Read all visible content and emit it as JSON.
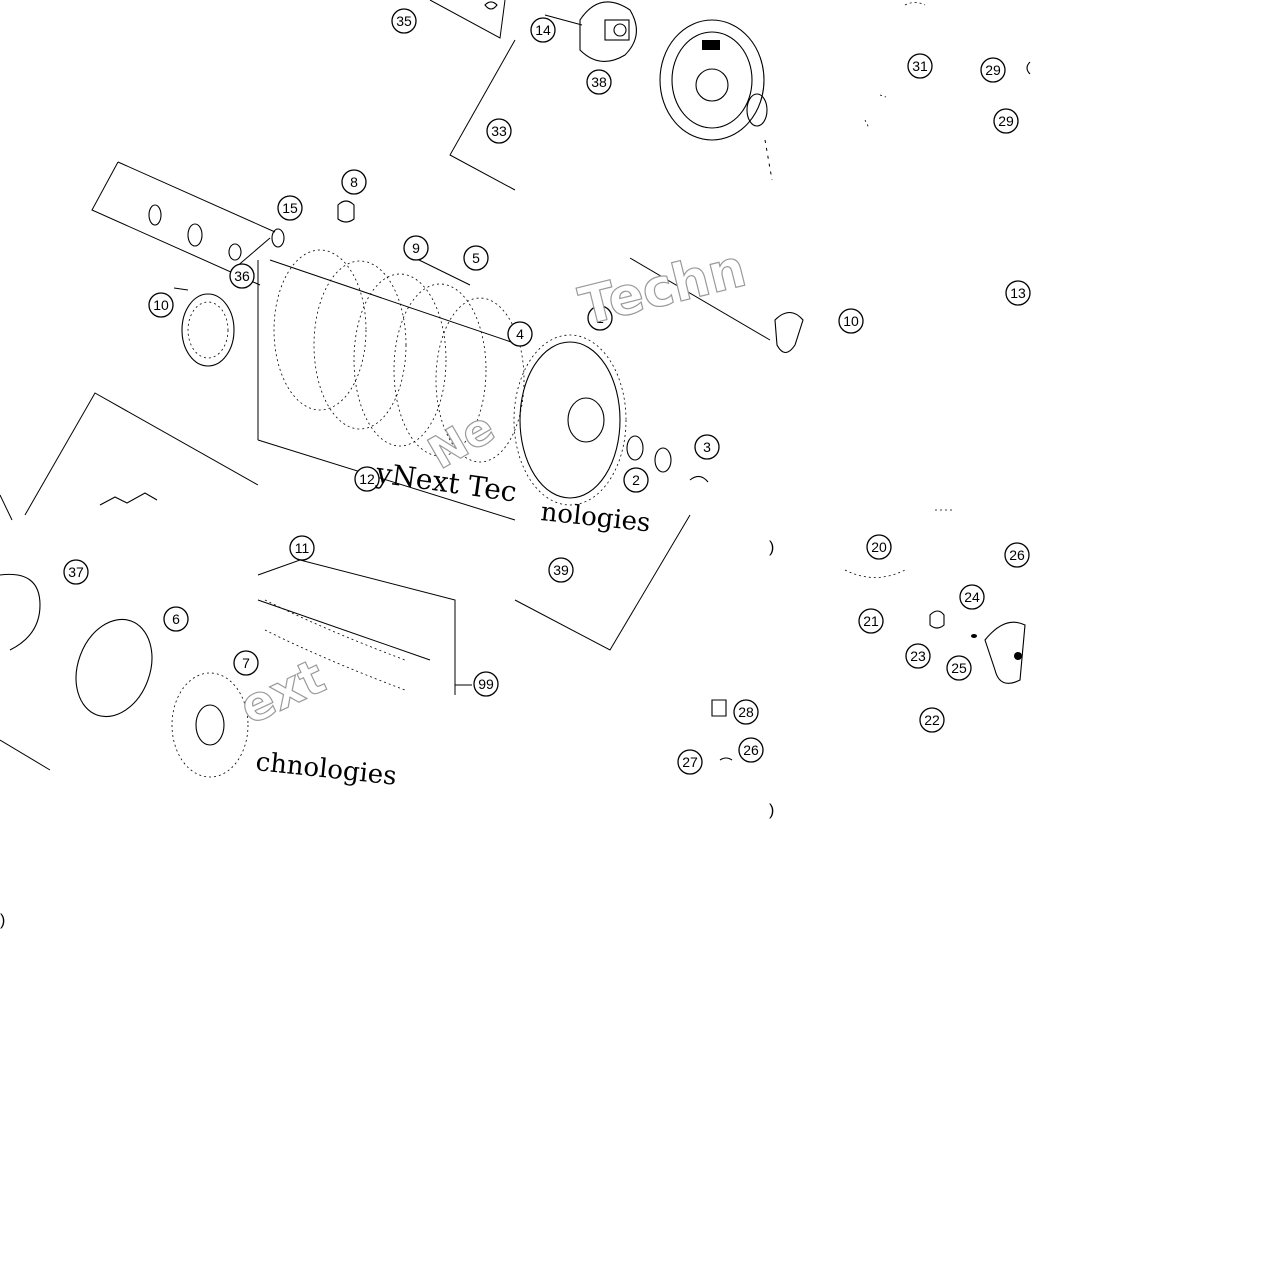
{
  "labels": {
    "l35": "35",
    "l14": "14",
    "l38": "38",
    "l33": "33",
    "l31": "31",
    "l29a": "29",
    "l29b": "29",
    "l8": "8",
    "l15": "15",
    "l36": "36",
    "l10a": "10",
    "l9": "9",
    "l5b": "5",
    "l4": "4",
    "l1": "1",
    "l10b": "10",
    "l13": "13",
    "l3": "3",
    "l2": "2",
    "l12": "12",
    "l39": "39",
    "l20": "20",
    "l26a": "26",
    "l24": "24",
    "l21": "21",
    "l23": "23",
    "l25": "25",
    "l22": "22",
    "l37": "37",
    "l6": "6",
    "l11": "11",
    "l7": "7",
    "l99": "99",
    "l28": "28",
    "l26b": "26",
    "l27": "27"
  },
  "watermarks": {
    "w1": "Techn",
    "w2": "yNext Tec",
    "w3": "nologies",
    "w4": "ext",
    "w5": "chnologies",
    "w6": "Ne"
  }
}
